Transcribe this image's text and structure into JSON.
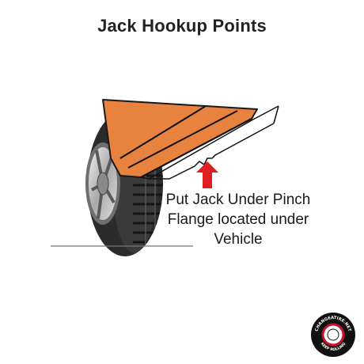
{
  "title": "Jack Hookup Points",
  "instruction": {
    "line1": "Put Jack Under Pinch",
    "line2": "Flange located under",
    "line3": "Vehicle"
  },
  "badge": {
    "top_text": "CHANGEATIRE.NET",
    "bottom_text": "KEEP ROLLING"
  },
  "colors": {
    "body_panel": "#E8823F",
    "arrow": "#E02020",
    "tire": "#2a2a2a",
    "badge_ring": "#111111",
    "badge_accent": "#C8102E"
  }
}
